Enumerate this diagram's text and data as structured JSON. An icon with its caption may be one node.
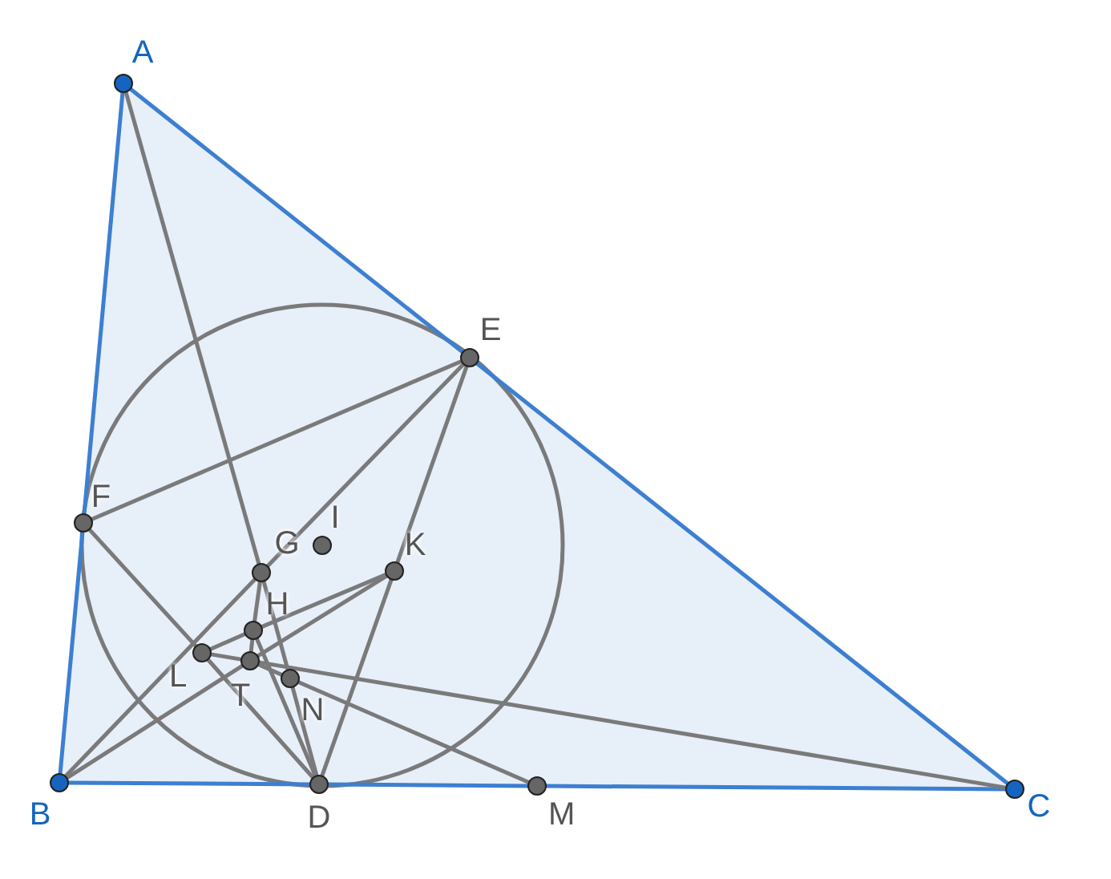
{
  "diagram": {
    "nodes": [
      {
        "text": [
          "A"
        ]
      },
      {
        "text": [
          "B"
        ]
      },
      {
        "text": [
          "C"
        ]
      },
      {
        "text": [
          "D"
        ]
      },
      {
        "text": [
          "E"
        ]
      },
      {
        "text": [
          "F"
        ]
      },
      {
        "text": [
          "G"
        ]
      },
      {
        "text": [
          "I"
        ]
      },
      {
        "text": [
          "K"
        ]
      },
      {
        "text": [
          "H"
        ]
      },
      {
        "text": [
          "L"
        ]
      },
      {
        "text": [
          "T"
        ]
      },
      {
        "text": [
          "N"
        ]
      },
      {
        "text": [
          "M"
        ]
      }
    ],
    "edges": [
      {
        "from": 0,
        "to": 5,
        "arrow": "none",
        "color": "#3d7fd1"
      },
      {
        "from": 5,
        "to": 1,
        "arrow": "none",
        "color": "#3d7fd1"
      },
      {
        "from": 0,
        "to": 4,
        "arrow": "none",
        "color": "#3d7fd1"
      },
      {
        "from": 4,
        "to": 2,
        "arrow": "none",
        "color": "#3d7fd1"
      },
      {
        "from": 1,
        "to": 3,
        "arrow": "none",
        "color": "#3d7fd1"
      },
      {
        "from": 3,
        "to": 13,
        "arrow": "none",
        "color": "#3d7fd1"
      },
      {
        "from": 13,
        "to": 2,
        "arrow": "none",
        "color": "#3d7fd1"
      },
      {
        "from": 0,
        "to": 6,
        "arrow": "none"
      },
      {
        "from": 6,
        "to": 12,
        "arrow": "none"
      },
      {
        "from": 12,
        "to": 3,
        "arrow": "none"
      },
      {
        "from": 1,
        "to": 6,
        "arrow": "none"
      },
      {
        "from": 6,
        "to": 4,
        "arrow": "none"
      },
      {
        "from": 4,
        "to": 5,
        "arrow": "none"
      },
      {
        "from": 4,
        "to": 8,
        "arrow": "none"
      },
      {
        "from": 8,
        "to": 3,
        "arrow": "none"
      },
      {
        "from": 5,
        "to": 10,
        "arrow": "none"
      },
      {
        "from": 10,
        "to": 3,
        "arrow": "none"
      },
      {
        "from": 1,
        "to": 11,
        "arrow": "none"
      },
      {
        "from": 11,
        "to": 8,
        "arrow": "none"
      },
      {
        "from": 10,
        "to": 9,
        "arrow": "none"
      },
      {
        "from": 9,
        "to": 8,
        "arrow": "none"
      },
      {
        "from": 10,
        "to": 11,
        "arrow": "none"
      },
      {
        "from": 11,
        "to": 2,
        "arrow": "none"
      },
      {
        "from": 6,
        "to": 9,
        "arrow": "none"
      },
      {
        "from": 9,
        "to": 11,
        "arrow": "none"
      },
      {
        "from": 9,
        "to": 3,
        "arrow": "none"
      },
      {
        "from": 11,
        "to": 12,
        "arrow": "none"
      },
      {
        "from": 12,
        "to": 13,
        "arrow": "none"
      }
    ]
  }
}
